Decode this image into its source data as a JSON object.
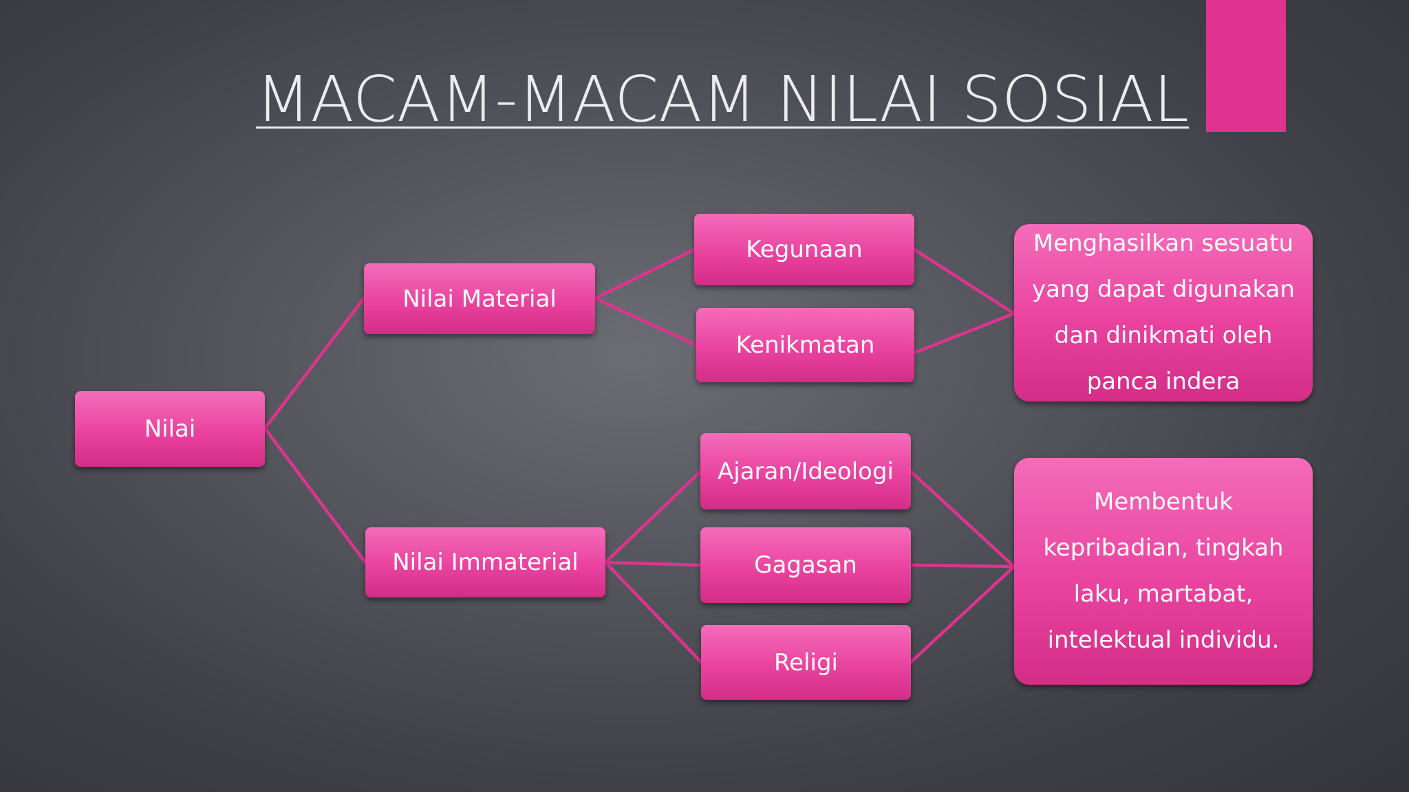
{
  "title": "MACAM-MACAM NILAI SOSIAL",
  "colors": {
    "accent": "#e0338f",
    "box_top": "#f46cb9",
    "box_bottom": "#d32d88",
    "connector": "#e0338f"
  },
  "nodes": {
    "nilai": "Nilai",
    "material": "Nilai Material",
    "immaterial": "Nilai Immaterial",
    "kegunaan": "Kegunaan",
    "kenikmatan": "Kenikmatan",
    "ajaran": "Ajaran/Ideologi",
    "gagasan": "Gagasan",
    "religi": "Religi"
  },
  "notes": {
    "material_desc": "Menghasilkan sesuatu yang dapat digunakan dan dinikmati oleh panca indera",
    "immaterial_desc": "Membentuk kepribadian, tingkah laku, martabat, intelektual individu."
  }
}
